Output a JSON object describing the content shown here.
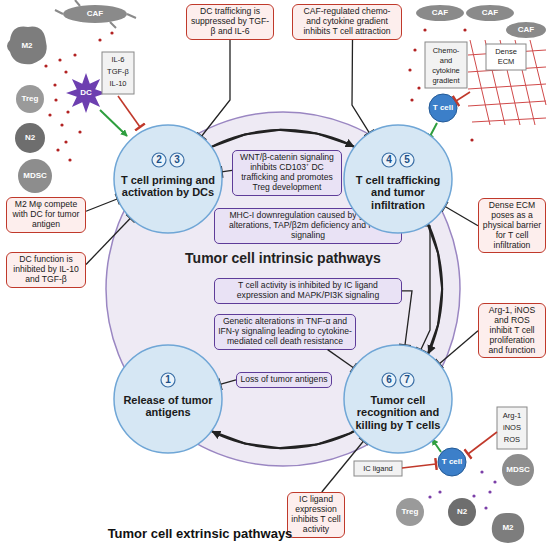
{
  "diagram": {
    "nodes": [
      {
        "text": [
          "DC trafficking is suppressed by TGF-β and IL-6"
        ]
      },
      {
        "text": [
          "CAF-regulated chemo- and cytokine gradient inhibits T cell attraction"
        ]
      },
      {
        "text": [
          "T cell priming and activation by DCs"
        ]
      },
      {
        "text": [
          "2"
        ],
        "in": 2
      },
      {
        "text": [
          "3"
        ],
        "in": 2
      },
      {
        "text": [
          "T cell trafficking and tumor infiltration"
        ]
      },
      {
        "text": [
          "4"
        ],
        "in": 5
      },
      {
        "text": [
          "5"
        ],
        "in": 5
      },
      {
        "text": [
          "M2 Mφ compete with DC for tumor antigen"
        ]
      },
      {
        "text": [
          "DC function is inhibited by IL-10 and TGF-β"
        ]
      },
      {
        "text": [
          "Tumor cell intrinsic pathways"
        ]
      },
      {
        "text": [
          "WNT/β-catenin signaling inhibits CD103⁺ DC trafficking and promotes Treg development"
        ],
        "in": 10
      },
      {
        "text": [
          "MHC-I downregulation caused by genetic alterations, TAP/β2m deficiency and PI3K signaling"
        ],
        "in": 10
      },
      {
        "text": [
          "T cell activity is inhibited by IC ligand expression and MAPK/PI3K signaling"
        ],
        "in": 10
      },
      {
        "text": [
          "Genetic alterations in TNF-α and IFN-γ signaling leading to cytokine-mediated cell death resistance"
        ],
        "in": 10
      },
      {
        "text": [
          "Loss of tumor antigens"
        ],
        "in": 10
      },
      {
        "text": [
          "Dense ECM poses as a physical barrier for T cell infiltration"
        ]
      },
      {
        "text": [
          "Arg-1, iNOS and ROS inhibit T cell proliferation and function"
        ]
      },
      {
        "text": [
          "Release of tumor antigens"
        ]
      },
      {
        "text": [
          "1"
        ],
        "in": 18
      },
      {
        "text": [
          "Tumor cell recognition and killing by T cells"
        ]
      },
      {
        "text": [
          "6"
        ],
        "in": 20
      },
      {
        "text": [
          "7"
        ],
        "in": 20
      },
      {
        "text": [
          "IC ligand expression inhibits T cell activity"
        ]
      }
    ],
    "edges": [
      {
        "from": 18,
        "to": 2,
        "arrow": "to"
      },
      {
        "from": 2,
        "to": 5,
        "arrow": "to"
      },
      {
        "from": 5,
        "to": 20,
        "arrow": "to"
      },
      {
        "from": 20,
        "to": 18,
        "arrow": "to"
      },
      {
        "from": 0,
        "to": 2,
        "arrow": "to"
      },
      {
        "from": 1,
        "to": 5,
        "arrow": "to"
      },
      {
        "from": 8,
        "to": 2,
        "arrow": "to"
      },
      {
        "from": 9,
        "to": 2,
        "arrow": "to"
      },
      {
        "from": 11,
        "to": 2,
        "arrow": "to"
      },
      {
        "from": 12,
        "to": 20,
        "arrow": "to"
      },
      {
        "from": 13,
        "to": 20,
        "arrow": "to"
      },
      {
        "from": 14,
        "to": 20,
        "arrow": "to"
      },
      {
        "from": 15,
        "to": 18,
        "arrow": "to"
      },
      {
        "from": 16,
        "to": 5,
        "arrow": "to"
      },
      {
        "from": 17,
        "to": 20,
        "arrow": "to"
      },
      {
        "from": 23,
        "to": 20,
        "arrow": "to"
      }
    ],
    "labels": [
      "CAF",
      "M2",
      "IL-6",
      "TGF-β",
      "IL-10",
      "DC",
      "Treg",
      "N2",
      "MDSC",
      "CAF",
      "CAF",
      "CAF",
      "Chemo- and cytokine gradient",
      "Dense ECM",
      "T cell",
      "Arg-1",
      "iNOS",
      "ROS",
      "IC ligand",
      "T cell",
      "MDSC",
      "Treg",
      "N2",
      "M2",
      "Tumor cell extrinsic pathways"
    ]
  }
}
